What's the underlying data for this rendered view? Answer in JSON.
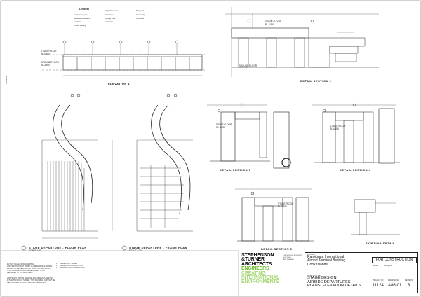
{
  "legend": {
    "title": "LEGEND",
    "items": [
      "Solid timber post",
      "Recessed downlight",
      "Handrail",
      "Timber framing",
      "Stage floor level",
      "Balustrade",
      "Lighting track",
      "Steel plate",
      "Floor joist",
      "Cover strip",
      "Kick plate"
    ]
  },
  "labels": {
    "elevation": "ELEVATION 1",
    "detail2": "DETAIL SECTION 2",
    "detail3": "DETAIL SECTION 3",
    "detail4": "DETAIL SECTION 4",
    "detail5": "DETAIL SECTION 5",
    "skirting": "SKIRTING DETAIL",
    "floor_plan": "STAGE DEPARTURE - FLOOR PLAN",
    "frame_plan": "STAGE DEPARTURE - FRAME PLAN",
    "stage_floor": "STAGE FLOOR",
    "ground_floor": "GROUND FLOOR",
    "level_a": "RL 4.550",
    "level_b": "RL 3.850",
    "airside": "AIRSIDE",
    "scale": "SCALE 1:20"
  },
  "notes": {
    "general": "DO NOT SCALE FROM DRAWINGS.\nCONTRACTOR MUST VERIFY ALL DIMENSIONS ON SITE\nPRIOR TO COMMENCING ANY WORK OR MAKING ANY\nSHOP DRAWINGS. ALL DISCREPANCIES TO BE\nREFERRED TO THE ARCHITECT.",
    "copyright": "COPYRIGHT OF THIS DRAWING AND DESIGN IS VESTED\nIN STEPHENSON & TURNER. THIS DRAWING MUST NOT BE\nREPRODUCED WITHOUT WRITTEN PERMISSION."
  },
  "revisions": [
    {
      "rev": "1",
      "desc": "ISSUED FOR TENDER",
      "date": "",
      "by": ""
    },
    {
      "rev": "2",
      "desc": "ISSUED FOR CONSTRUCTION",
      "date": "",
      "by": ""
    },
    {
      "rev": "3",
      "desc": "REVISED FOR CONSTRUCTION",
      "date": "",
      "by": ""
    }
  ],
  "logo": {
    "lines": [
      "STEPHENSON",
      "&TURNER",
      "ARCHITECTS",
      "ENGINEERS",
      "CREATING",
      "INTERNATIONAL",
      "ENVIRONMENTS"
    ]
  },
  "office": "STEPHENSON & TURNER\nAUCKLAND\nNEW ZEALAND",
  "title_block": {
    "stamp": "FOR CONSTRUCTION",
    "client_label": "PROJECT",
    "project_lines": [
      "Rarotonga International",
      "Airport Terminal Building",
      "Cook Islands"
    ],
    "title_label": "DRAWING TITLE",
    "title_lines": [
      "STAGE DESIGN",
      "AIRSIDE DEPARTURES",
      "PLANS/ ELEVATION DETAILS"
    ],
    "project_no_label": "PROJECT NO",
    "project_no": "11124",
    "drawing_no_label": "DRAWING NO",
    "drawing_no": "A86-01",
    "revision_label": "REVISION",
    "revision": "3",
    "scale_label": "SCALE",
    "scale": "1:20 @ A3"
  }
}
